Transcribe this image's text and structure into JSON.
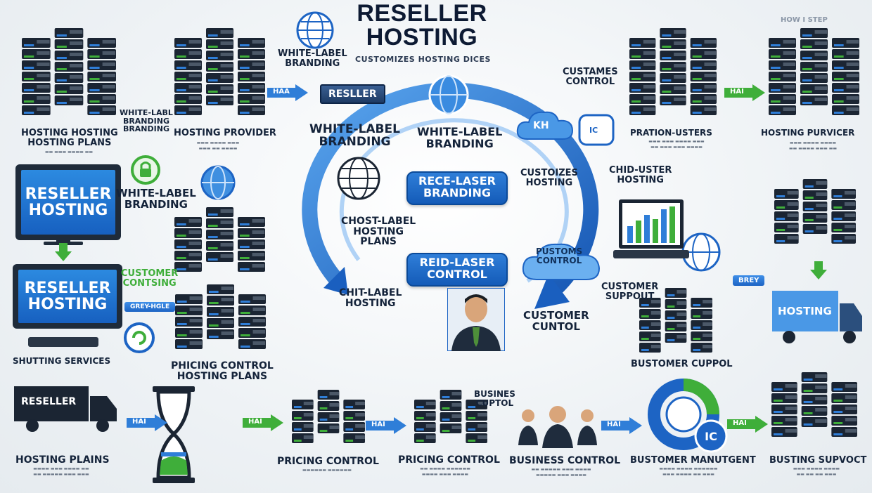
{
  "title": {
    "line1": "RESELLER",
    "line2": "HOSTING"
  },
  "subtitle": "CUSTOMIZES HOSTING DICES",
  "top_right_tag": "HOW I STEP",
  "labels": {
    "white_label_top": "WHITE-LABEL\nBRANDING",
    "reseller_badge": "RESLLER",
    "customes_control": "CUSTAMES\nCONTROL",
    "hosting_hosting_plans": "HOSTING HOSTING\nHOSTING PLANS",
    "white_label_small": "WHITE-LABL\nBRANDING\nBRANDING",
    "hosting_provider_left": "HOSTING PROVIDER",
    "white_label_center_left": "WHITE-LABEL\nBRANDING",
    "white_label_center_right": "WHITE-LABEL\nBRANDING",
    "pration_users": "PRATION-USTERS",
    "hosting_purvicer": "HOSTING PURVICER",
    "white_label_branding_mid": "WHITE-LABEL\nBRANDING",
    "rece_laser_branding": "RECE-LASER\nBRANDING",
    "custoizes_hosting": "CUSTOIZES\nHOSTING",
    "chid_user_hosting": "CHID-USTER\nHOSTING",
    "ghost_label_hosting_plans": "CHOST-LABEL\nHOSTING\nPLANS",
    "reid_laser_control": "REID-LASER\nCONTROL",
    "pustoms_control": "PUSTOMS\nCONTROL",
    "customer_contsing": "CUSTOMER\nCONTSING",
    "chit_label_hosting": "CHIT-LABEL\nHOSTING",
    "customer_suppout": "CUSTOMER\nSUPPOUT",
    "customer_contol": "CUSTOMER\nCUNTOL",
    "shuting_services": "SHUTTING SERVICES",
    "phicing_control": "PHICING CONTROL\nHOSTING PLANS",
    "bustomer_cuppol": "BUSTOMER CUPPOL",
    "busines_cuptol": "BUSINES\nCUPTOL",
    "hosting_plans_bottom": "HOSTING PLAINS",
    "pricing_control_1": "PRICING CONTROL",
    "pricing_control_2": "PRICING CONTROL",
    "business_control": "BUSINESS CONTROL",
    "bustomer_manutgent": "BUSTOMER MANUTGENT",
    "busting_supvoct": "BUSTING SUPVOCT"
  },
  "monitor_text": {
    "top": "RESELLER\nHOSTING",
    "bottom": "RESELLER\nHOSTING"
  },
  "truck_text": {
    "left": "RESELLER",
    "right": "HOSTING"
  },
  "arrow_tags": {
    "a1": "HAA",
    "a2": "HAI",
    "a3": "HAI",
    "a4": "HAI",
    "a5": "HAI",
    "a6": "HAI",
    "a7": "HAI"
  },
  "misc_badges": {
    "grey": "GREY-HGLE",
    "brey": "BREY",
    "cloud_k": "KH",
    "cloud_c": "IC"
  },
  "colors": {
    "blue": "#1d64c4",
    "green": "#3fae3a",
    "dark": "#1b2533",
    "ink": "#14233a"
  }
}
